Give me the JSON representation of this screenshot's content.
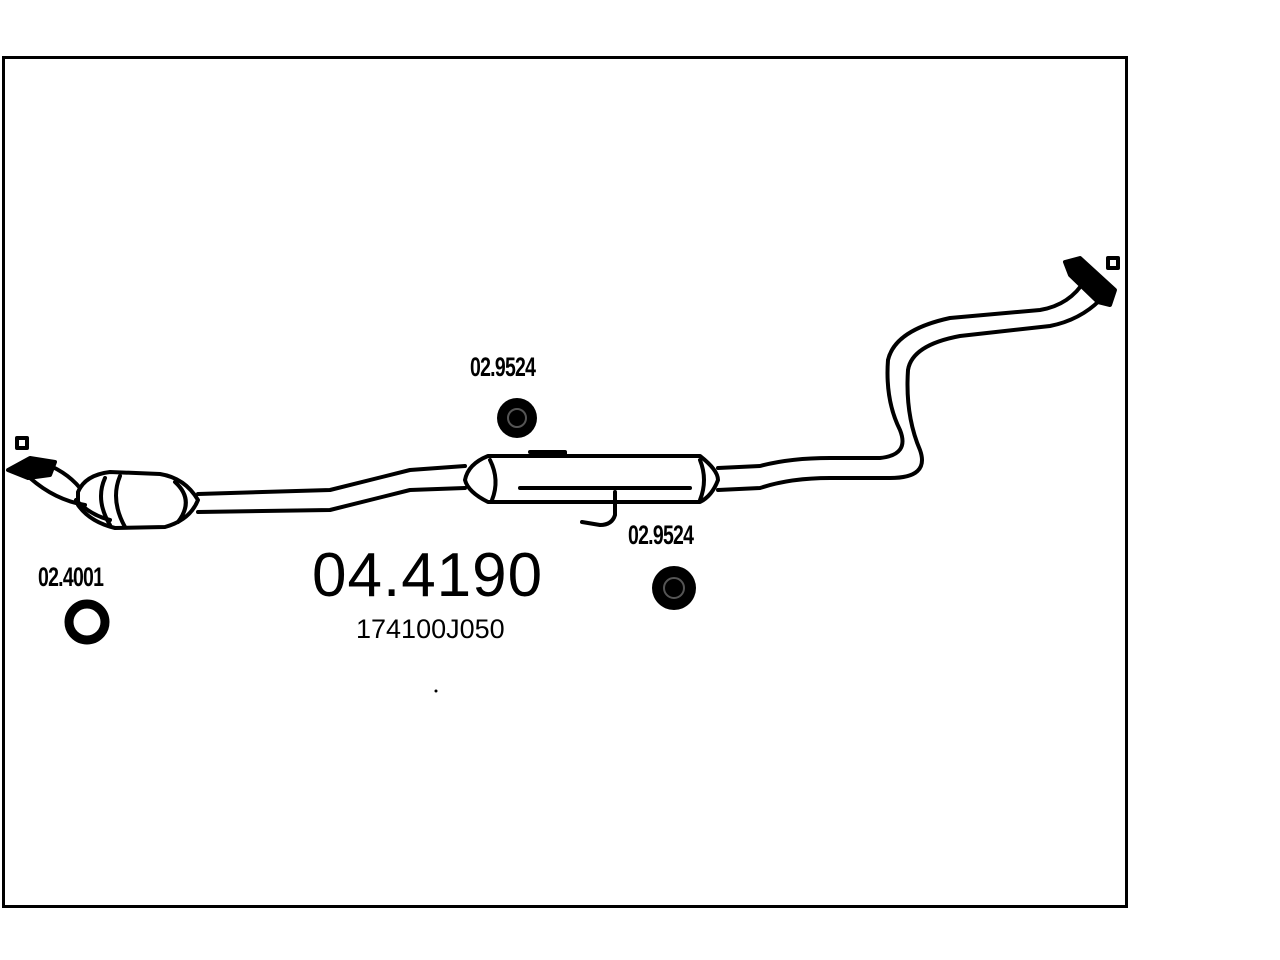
{
  "diagram": {
    "main_part_number": "04.4190",
    "oem_number": "174100J050",
    "parts": [
      {
        "id": "gasket",
        "label": "02.4001"
      },
      {
        "id": "hanger-top",
        "label": "02.9524"
      },
      {
        "id": "hanger-bottom",
        "label": "02.9524"
      }
    ]
  },
  "colors": {
    "line": "#000000",
    "background": "#ffffff"
  }
}
